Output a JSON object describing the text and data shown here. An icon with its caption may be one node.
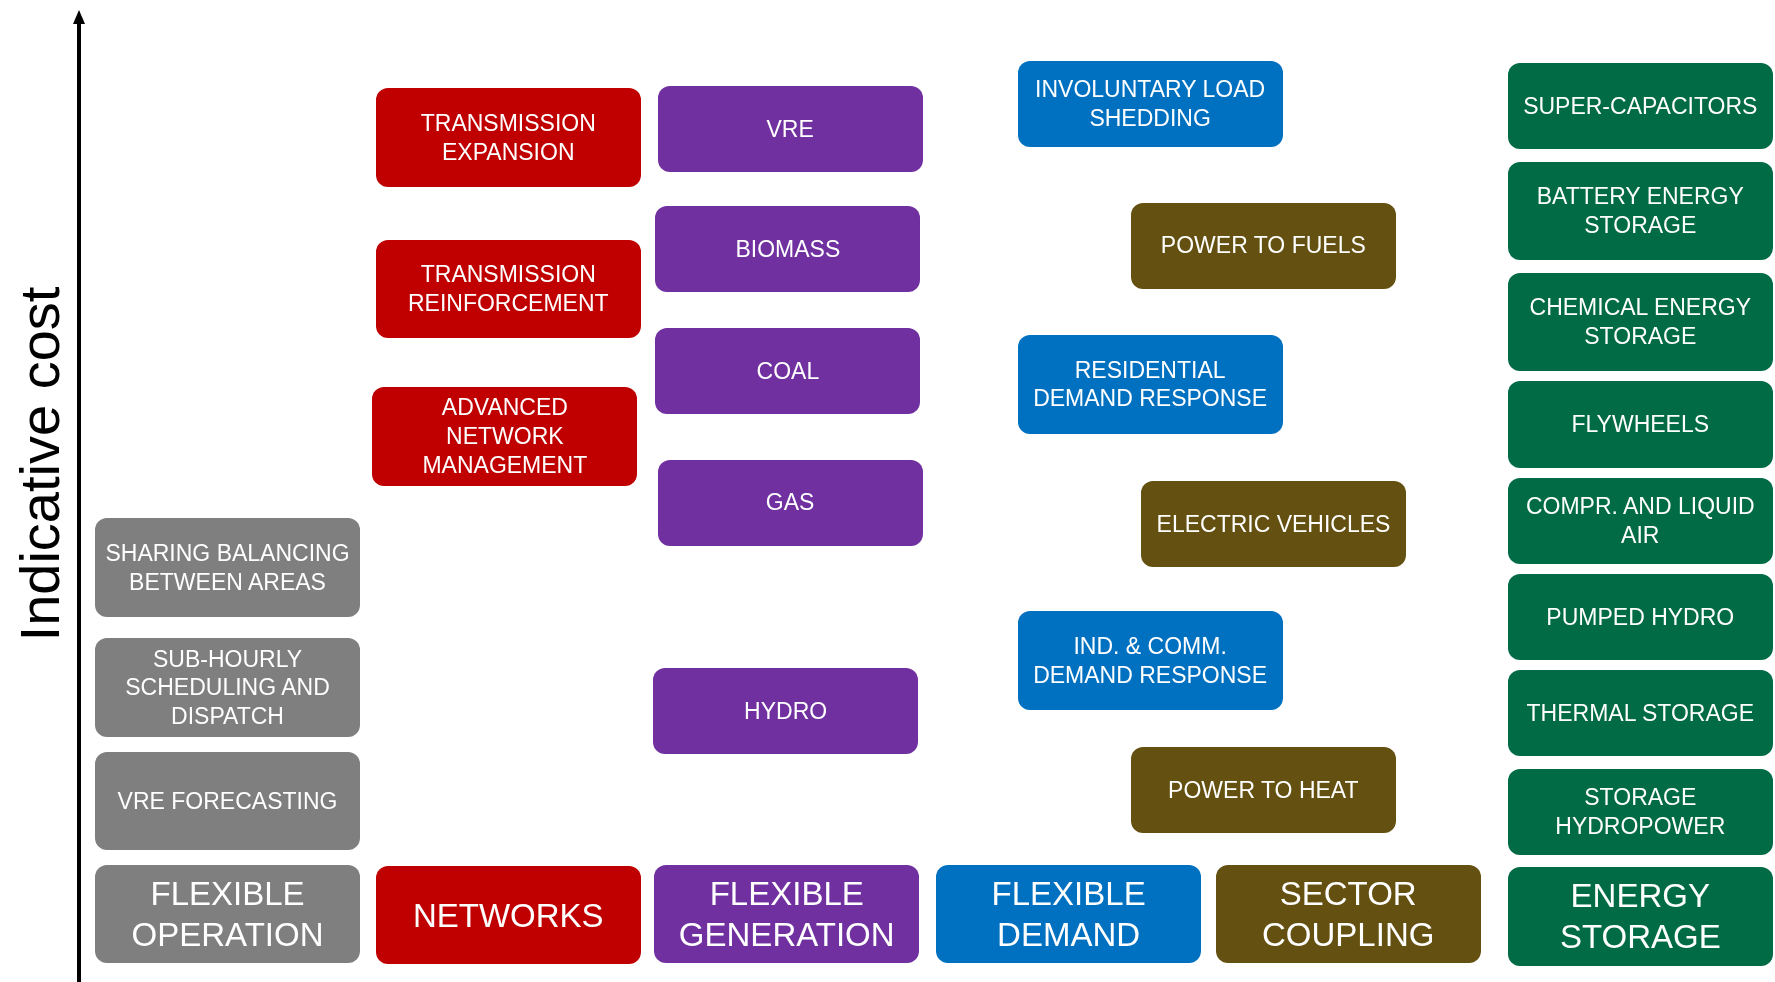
{
  "diagram": {
    "nodes": [
      {
        "text": [
          "SHARING BALANCING BETWEEN AREAS"
        ]
      },
      {
        "text": [
          "SUB-HOURLY SCHEDULING AND DISPATCH"
        ]
      },
      {
        "text": [
          "VRE FORECASTING"
        ]
      },
      {
        "text": [
          "FLEXIBLE OPERATION"
        ]
      },
      {
        "text": [
          "TRANSMISSION EXPANSION"
        ]
      },
      {
        "text": [
          "TRANSMISSION REINFORCEMENT"
        ]
      },
      {
        "text": [
          "ADVANCED NETWORK MANAGEMENT"
        ]
      },
      {
        "text": [
          "NETWORKS"
        ]
      },
      {
        "text": [
          "VRE"
        ]
      },
      {
        "text": [
          "BIOMASS"
        ]
      },
      {
        "text": [
          "COAL"
        ]
      },
      {
        "text": [
          "GAS"
        ]
      },
      {
        "text": [
          "HYDRO"
        ]
      },
      {
        "text": [
          "FLEXIBLE GENERATION"
        ]
      },
      {
        "text": [
          "INVOLUNTARY LOAD SHEDDING"
        ]
      },
      {
        "text": [
          "RESIDENTIAL DEMAND RESPONSE"
        ]
      },
      {
        "text": [
          "IND. & COMM. DEMAND RESPONSE"
        ]
      },
      {
        "text": [
          "FLEXIBLE DEMAND"
        ]
      },
      {
        "text": [
          "POWER TO FUELS"
        ]
      },
      {
        "text": [
          "ELECTRIC VEHICLES"
        ]
      },
      {
        "text": [
          "POWER TO HEAT"
        ]
      },
      {
        "text": [
          "SECTOR COUPLING"
        ]
      },
      {
        "text": [
          "SUPER-CAPACITORS"
        ]
      },
      {
        "text": [
          "BATTERY ENERGY STORAGE"
        ]
      },
      {
        "text": [
          "CHEMICAL ENERGY STORAGE"
        ]
      },
      {
        "text": [
          "FLYWHEELS"
        ]
      },
      {
        "text": [
          "COMPR. AND LIQUID AIR"
        ]
      },
      {
        "text": [
          "PUMPED HYDRO"
        ]
      },
      {
        "text": [
          "THERMAL STORAGE"
        ]
      },
      {
        "text": [
          "STORAGE HYDROPOWER"
        ]
      },
      {
        "text": [
          "ENERGY STORAGE"
        ]
      }
    ],
    "labels": [
      "Indicative cost"
    ]
  }
}
